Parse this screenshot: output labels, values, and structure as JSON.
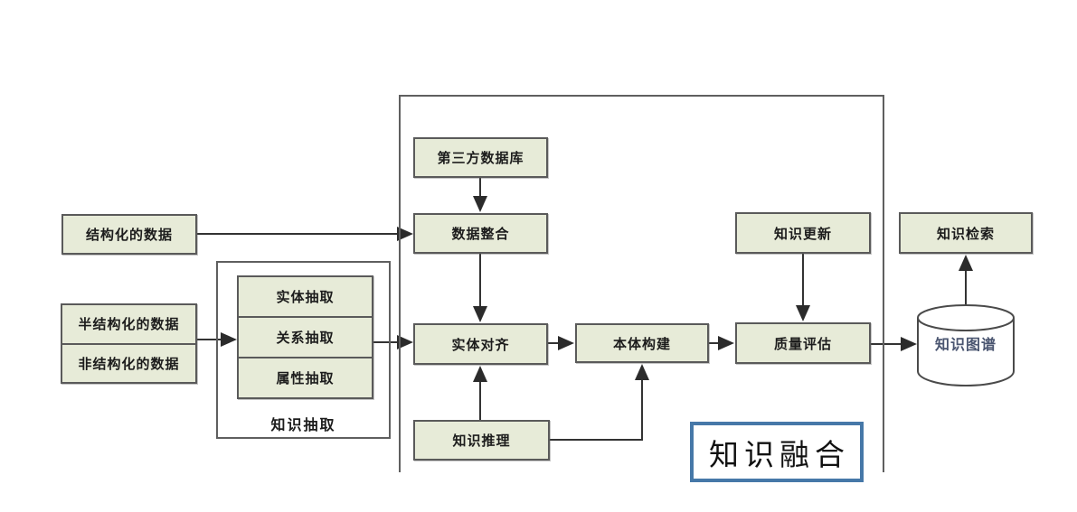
{
  "diagram": {
    "title_caption": "知识融合",
    "nodes": {
      "structured_data": {
        "label": "结构化的数据"
      },
      "semi_structured_data": {
        "label": "半结构化的数据"
      },
      "unstructured_data": {
        "label": "非结构化的数据"
      },
      "entity_extraction": {
        "label": "实体抽取"
      },
      "relation_extraction": {
        "label": "关系抽取"
      },
      "attribute_extraction": {
        "label": "属性抽取"
      },
      "knowledge_extraction_group": {
        "label": "知识抽取"
      },
      "third_party_database": {
        "label": "第三方数据库"
      },
      "data_integration": {
        "label": "数据整合"
      },
      "entity_alignment": {
        "label": "实体对齐"
      },
      "ontology_construction": {
        "label": "本体构建"
      },
      "knowledge_reasoning": {
        "label": "知识推理"
      },
      "knowledge_update": {
        "label": "知识更新"
      },
      "quality_evaluation": {
        "label": "质量评估"
      },
      "knowledge_retrieval": {
        "label": "知识检索"
      },
      "knowledge_graph": {
        "label": "知识图谱"
      },
      "knowledge_fusion": {
        "label": "知识融合"
      }
    },
    "colors": {
      "node_fill": "#e7ebd8",
      "node_border": "#5a5a5a",
      "connector": "#333333",
      "fusion_border": "#4678a8",
      "background": "#ffffff"
    }
  }
}
